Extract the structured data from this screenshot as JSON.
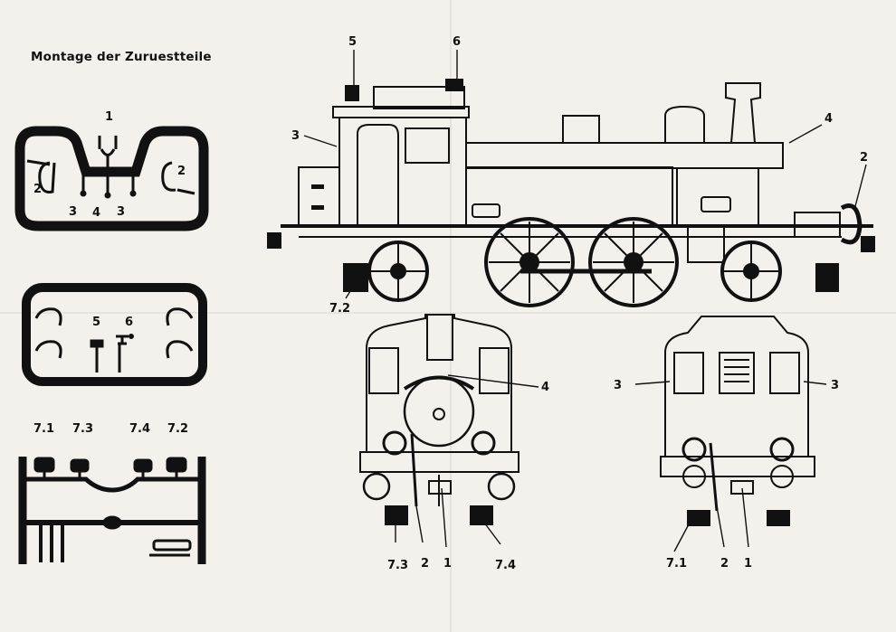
{
  "title": "Montage der Zuruestteile",
  "sprue1": {
    "labels": [
      "1",
      "2",
      "2",
      "3",
      "4",
      "3"
    ]
  },
  "sprue2": {
    "labels": [
      "5",
      "6"
    ]
  },
  "sprue3": {
    "labels": [
      "7.1",
      "7.3",
      "7.4",
      "7.2"
    ]
  },
  "side_view": {
    "labels": [
      "5",
      "6",
      "3",
      "4",
      "2",
      "7.2"
    ]
  },
  "front_view": {
    "labels": [
      "4",
      "7.3",
      "2",
      "1",
      "7.4"
    ]
  },
  "rear_view": {
    "labels": [
      "3",
      "3",
      "7.1",
      "2",
      "1"
    ]
  },
  "colors": {
    "ink": "#111111",
    "paper": "#f4f1ec"
  }
}
